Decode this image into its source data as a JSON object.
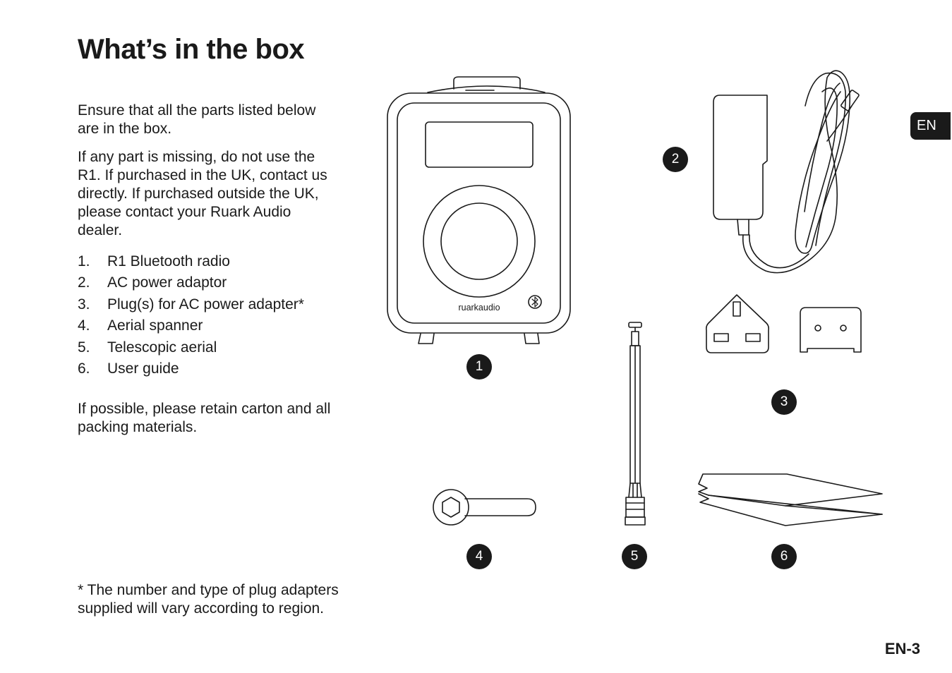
{
  "page": {
    "title": "What’s in the box",
    "intro_1": "Ensure that all the parts listed below are in the box.",
    "intro_2": "If any part is missing, do not use the R1. If purchased in the UK, contact us directly. If purchased outside the UK, please contact your Ruark Audio dealer.",
    "parts": [
      {
        "num": "1.",
        "label": "R1 Bluetooth radio"
      },
      {
        "num": "2.",
        "label": "AC power adaptor"
      },
      {
        "num": "3.",
        "label": "Plug(s) for AC power adapter*"
      },
      {
        "num": "4.",
        "label": "Aerial spanner"
      },
      {
        "num": "5.",
        "label": "Telescopic aerial"
      },
      {
        "num": "6.",
        "label": "User guide"
      }
    ],
    "retain_note": "If possible, please retain carton and all packing materials.",
    "footnote": "* The number and type of plug adapters supplied will vary according to region.",
    "language_tab": "EN",
    "page_number": "EN-3"
  },
  "illustration": {
    "radio_brand": "ruarkaudio",
    "callouts": [
      "1",
      "2",
      "3",
      "4",
      "5",
      "6"
    ],
    "icons": [
      "radio-illustration",
      "power-adaptor-illustration",
      "uk-plug-illustration",
      "eu-plug-illustration",
      "aerial-spanner-illustration",
      "telescopic-aerial-illustration",
      "user-guide-illustration",
      "bluetooth-icon"
    ]
  },
  "colors": {
    "text": "#1a1a1a",
    "badge": "#1a1a1a",
    "background": "#ffffff"
  }
}
